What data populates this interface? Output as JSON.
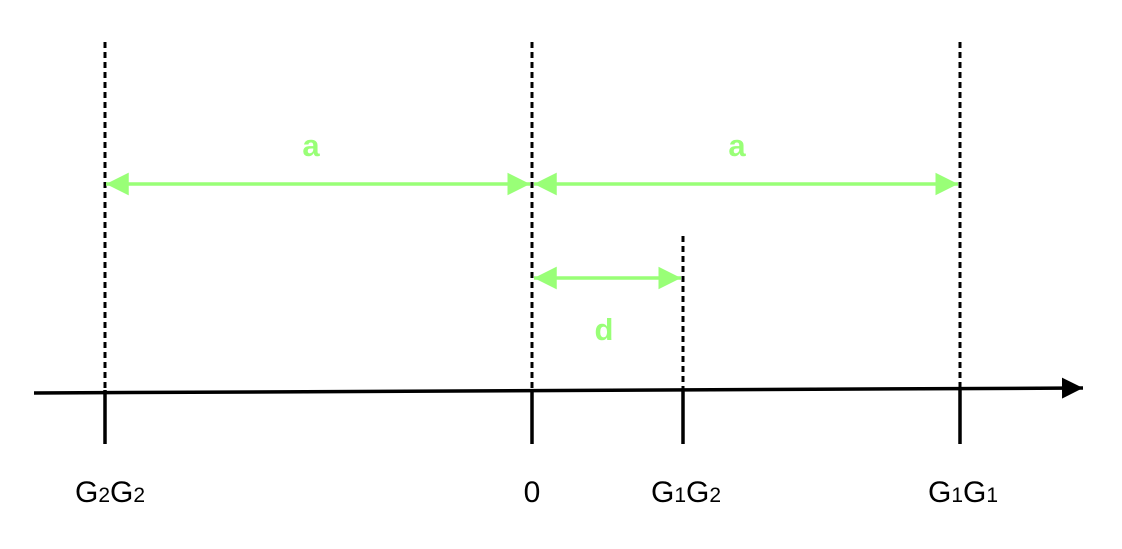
{
  "colors": {
    "axis": "#000000",
    "guide_lines": "#000000",
    "distance_arrows": "#99ff77",
    "labels": "#000000"
  },
  "axis": {
    "direction": "right",
    "arrowhead": "right"
  },
  "ticks": [
    {
      "id": "g2g2",
      "label_parts": [
        [
          "G",
          false
        ],
        [
          "2",
          true
        ],
        [
          "G",
          false
        ],
        [
          "2",
          true
        ]
      ]
    },
    {
      "id": "zero",
      "label_parts": [
        [
          "0",
          false
        ]
      ]
    },
    {
      "id": "g1g2",
      "label_parts": [
        [
          "G",
          false
        ],
        [
          "1",
          true
        ],
        [
          "G",
          false
        ],
        [
          "2",
          true
        ]
      ]
    },
    {
      "id": "g1g1",
      "label_parts": [
        [
          "G",
          false
        ],
        [
          "1",
          true
        ],
        [
          "G",
          false
        ],
        [
          "1",
          true
        ]
      ]
    }
  ],
  "distances": {
    "left_a": "a",
    "right_a": "a",
    "d": "d"
  }
}
